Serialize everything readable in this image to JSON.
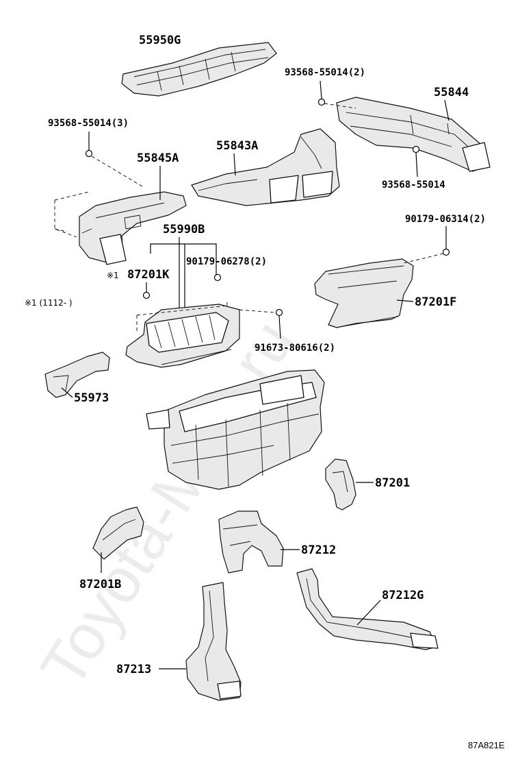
{
  "diagram": {
    "watermark": "Toyota-Mine.ru",
    "code": "87A821E",
    "labels": {
      "p55950G": "55950G",
      "p93568_3a": "93568-55014(2)",
      "p55844": "55844",
      "p93568_3": "93568-55014(3)",
      "p55843A": "55843A",
      "p55845A": "55845A",
      "p93568_single": "93568-55014",
      "p55990B": "55990B",
      "p90179_06314": "90179-06314(2)",
      "p87201K": "87201K",
      "p87201K_mark": "※1",
      "p90179_06278": "90179-06278(2)",
      "p87201F": "87201F",
      "note": "※1 (1112-      )",
      "p91673": "91673-80616(2)",
      "p55973": "55973",
      "p87201": "87201",
      "p87212": "87212",
      "p87201B": "87201B",
      "p87212G": "87212G",
      "p87213": "87213"
    }
  }
}
